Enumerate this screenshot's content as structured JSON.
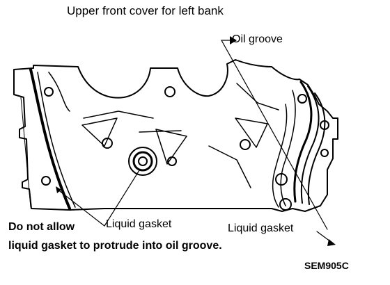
{
  "title": "Upper front cover for left bank",
  "labels": {
    "oil_groove": "Oil groove",
    "liquid_gasket_left": "Liquid gasket",
    "liquid_gasket_right": "Liquid gasket"
  },
  "warning": {
    "line1": "Do not allow",
    "line2": "liquid gasket to protrude into oil groove."
  },
  "figure_code": "SEM905C"
}
